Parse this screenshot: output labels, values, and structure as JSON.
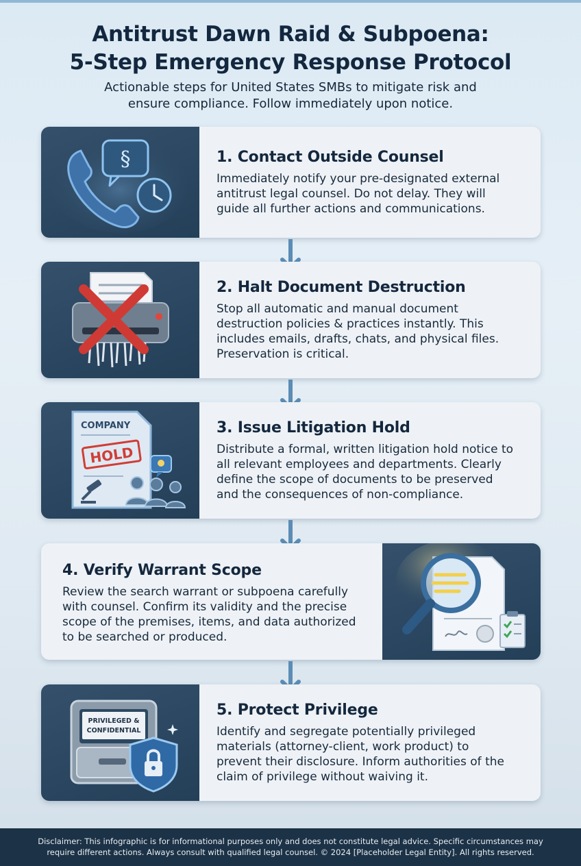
{
  "header": {
    "title_line1": "Antitrust Dawn Raid & Subpoena:",
    "title_line2": "5-Step Emergency Response Protocol",
    "subtitle_line1": "Actionable steps for United States SMBs to mitigate risk and",
    "subtitle_line2": "ensure compliance. Follow immediately upon notice."
  },
  "steps": [
    {
      "title": "1. Contact Outside Counsel",
      "icon": "phone-legal-clock-icon",
      "lines": [
        "Immediately notify your pre-designated external",
        "antitrust legal counsel. Do not delay. They will",
        "guide all further actions and communications."
      ],
      "icon_text": "§"
    },
    {
      "title": "2. Halt Document Destruction",
      "icon": "shredder-stop-icon",
      "lines": [
        "Stop all automatic and manual document",
        "destruction policies & practices instantly. This",
        "includes emails, drafts, chats, and physical files.",
        "Preservation is critical."
      ]
    },
    {
      "title": "3. Issue Litigation Hold",
      "icon": "litigation-hold-document-icon",
      "lines": [
        "Distribute a formal, written litigation hold notice to",
        "all relevant employees and departments. Clearly",
        "define the scope of documents to be preserved",
        "and the consequences of non-compliance."
      ],
      "icon_text_company": "COMPANY",
      "icon_text_hold": "HOLD"
    },
    {
      "title": "4. Verify Warrant Scope",
      "icon": "magnifier-document-icon",
      "lines": [
        "Review the search warrant or subpoena carefully",
        "with counsel. Confirm its validity and the precise",
        "scope of the premises, items, and data authorized",
        "to be searched or produced."
      ]
    },
    {
      "title": "5. Protect Privilege",
      "icon": "privileged-drawer-shield-icon",
      "lines": [
        "Identify and segregate potentially privileged",
        "materials (attorney-client, work product) to",
        "prevent their disclosure. Inform authorities of the",
        "claim of privilege without waiving it."
      ],
      "icon_text_line1": "PRIVILEGED &",
      "icon_text_line2": "CONFIDENTIAL"
    }
  ],
  "footer": {
    "line1": "Disclaimer: This infographic is for informational purposes only and does not constitute legal advice. Specific circumstances may",
    "line2": "require different actions. Always consult with qualified legal counsel. © 2024 [Placeholder Legal Entity]. All rights reserved."
  },
  "colors": {
    "panel": "#2c4862",
    "card": "#eef2f6",
    "arrow": "#5b8db5",
    "accent_red": "#d03a34",
    "footer": "#1c3246"
  }
}
